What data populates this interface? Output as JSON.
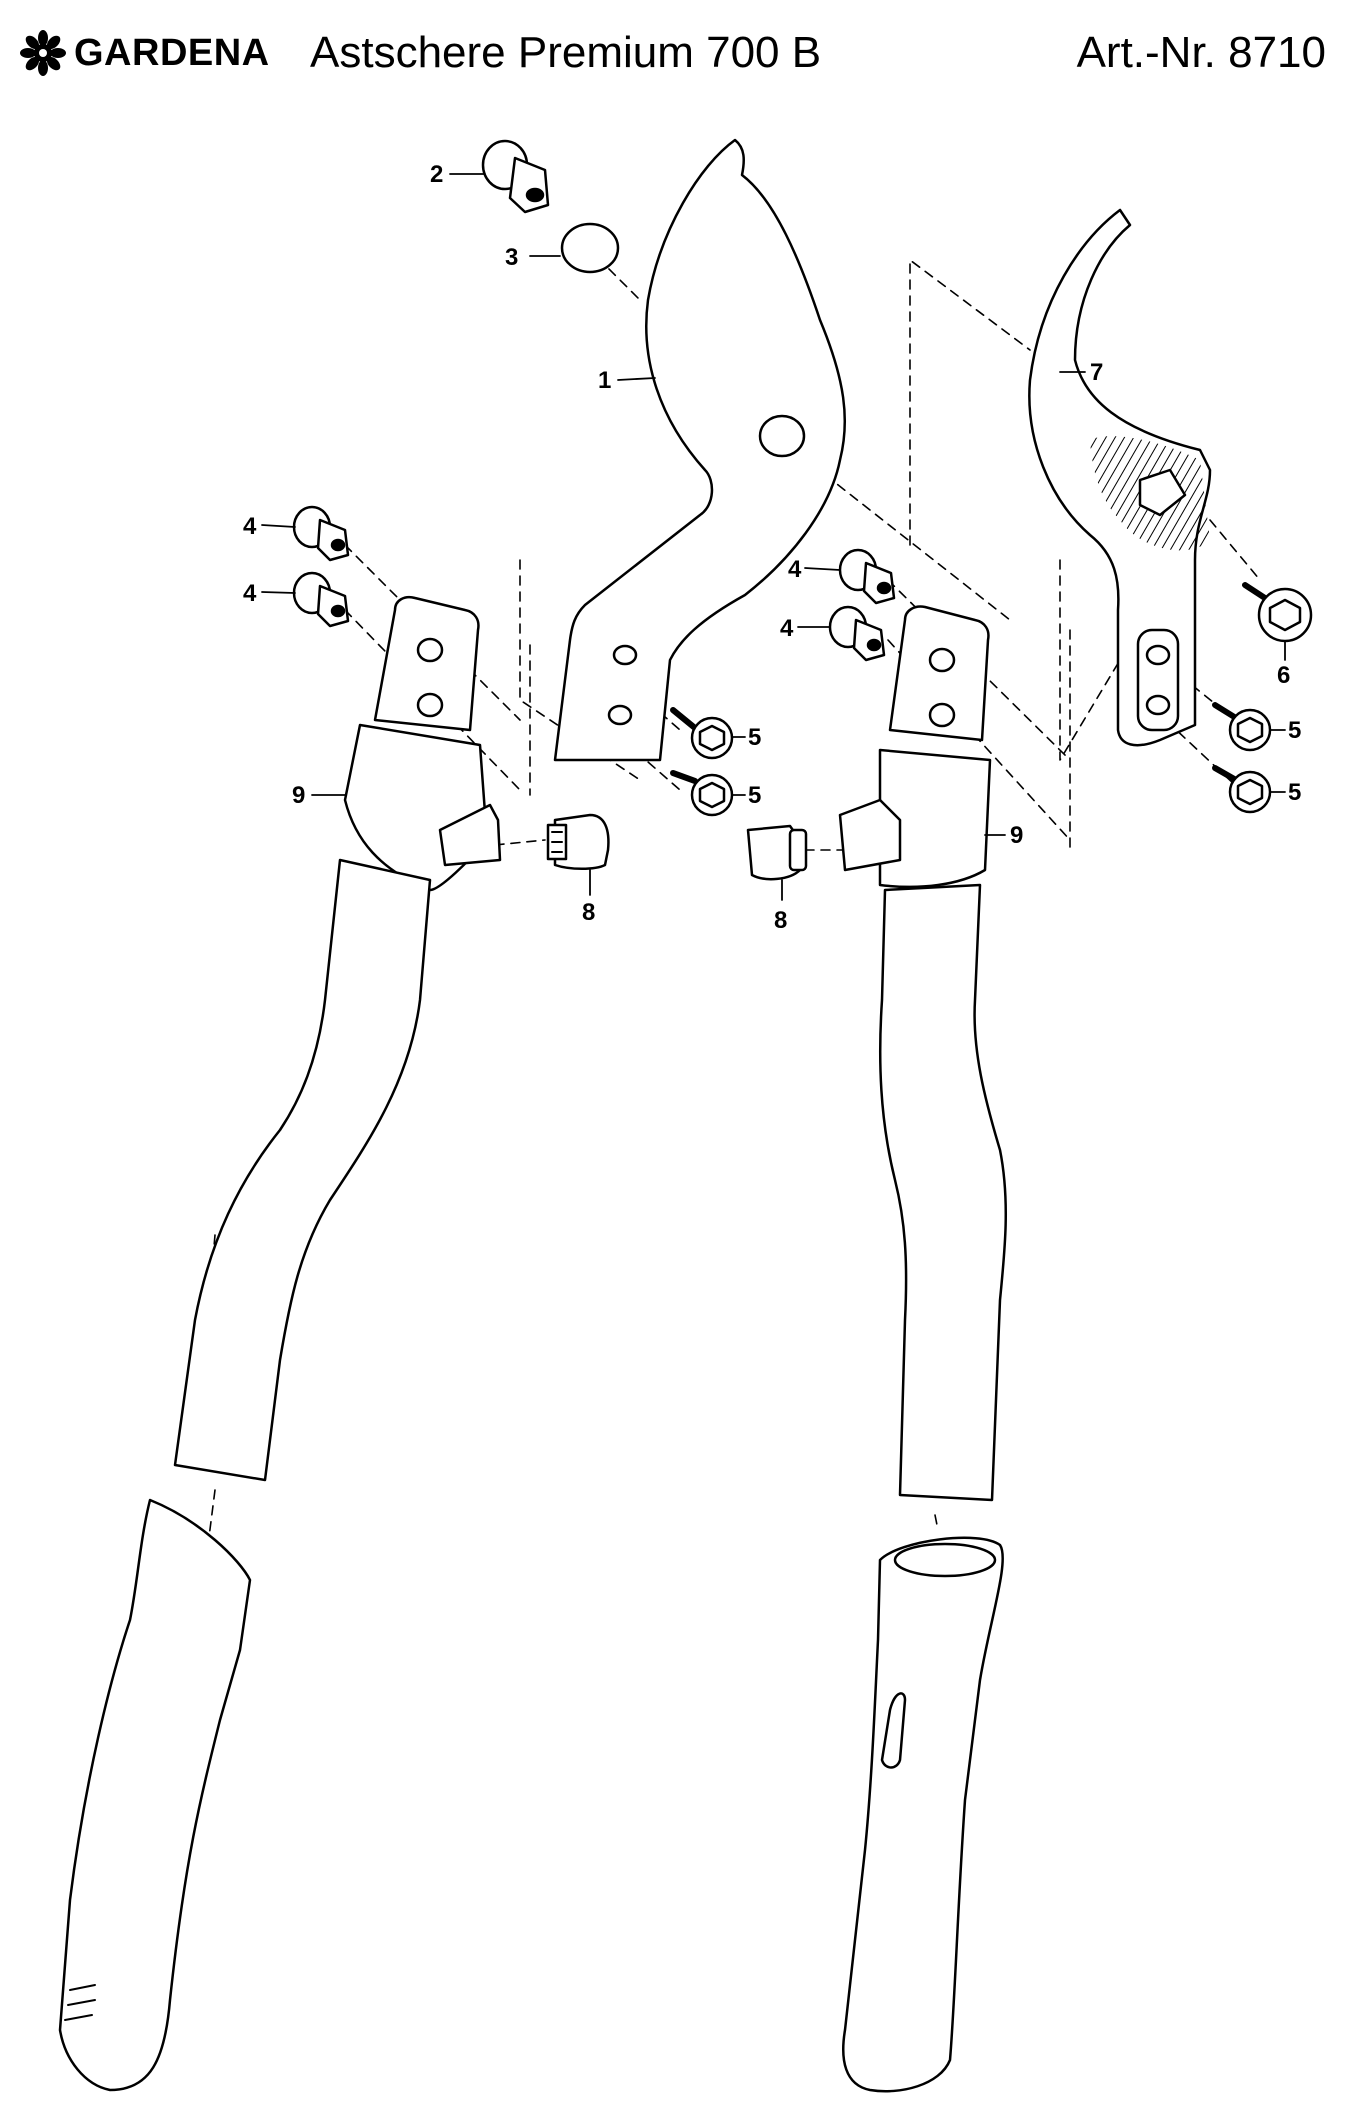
{
  "header": {
    "brand": "GARDENA",
    "title": "Astschere Premium 700 B",
    "article_number": "Art.-Nr. 8710"
  },
  "callouts": {
    "c1": "1",
    "c2": "2",
    "c3": "3",
    "c4a": "4",
    "c4b": "4",
    "c4c": "4",
    "c4d": "4",
    "c5a": "5",
    "c5b": "5",
    "c5c": "5",
    "c5d": "5",
    "c6": "6",
    "c7": "7",
    "c8a": "8",
    "c8b": "8",
    "c9a": "9",
    "c9b": "9"
  },
  "icons": {
    "logo": "gardena-flower-logo",
    "nut": "hex-nut-icon",
    "bolt": "hex-bolt-icon"
  }
}
